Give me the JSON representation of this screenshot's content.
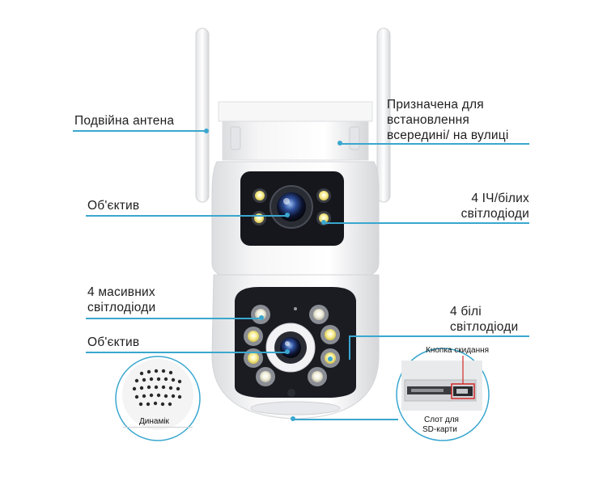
{
  "labels": {
    "antenna": "Подвійна антена",
    "lens_top": "Об'єктив",
    "massive_leds_1": "4 масивних",
    "massive_leds_2": "світлодіоди",
    "lens_bottom": "Об'єктив",
    "purpose_1": "Призначена для",
    "purpose_2": "встановлення",
    "purpose_3": "всередині/ на вулиці",
    "ir_leds_1": "4 ІЧ/білих",
    "ir_leds_2": "світлодіоди",
    "white_leds_1": "4 білі",
    "white_leds_2": "світлодіоди",
    "speaker": "Динамік",
    "reset_button": "Кнопка скидання",
    "sd_slot_1": "Слот для",
    "sd_slot_2": "SD-карти"
  },
  "colors": {
    "callout_line": "#3aa7cf",
    "camera_body": "#f2f3f5",
    "lens_panel": "#15171c",
    "led_warm": "#f6e87a"
  }
}
